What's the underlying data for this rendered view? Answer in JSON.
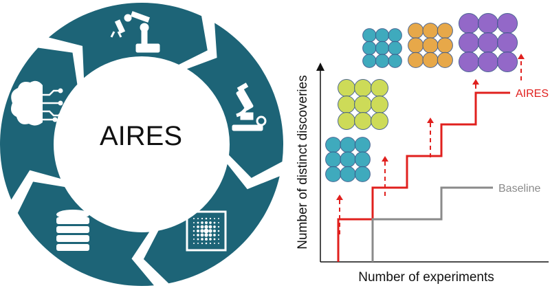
{
  "cycle": {
    "center_label": "AIRES",
    "ring_color": "#1d6477",
    "segments": [
      {
        "name": "robot-arm",
        "icon": "robot-arm-icon"
      },
      {
        "name": "microscope",
        "icon": "microscope-icon"
      },
      {
        "name": "diffraction-pattern",
        "icon": "diffraction-pattern-icon"
      },
      {
        "name": "database",
        "icon": "database-icon"
      },
      {
        "name": "ai-brain",
        "icon": "brain-circuit-icon"
      }
    ]
  },
  "chart_data": {
    "type": "line",
    "xlabel": "Number of experiments",
    "ylabel": "Number of distinct discoveries",
    "series": [
      {
        "name": "AIRES",
        "color": "#e0201e",
        "x": [
          0,
          0,
          1,
          1,
          2,
          2,
          3,
          3,
          4,
          4,
          5
        ],
        "y": [
          0,
          1,
          1,
          2,
          2,
          3,
          3,
          4,
          4,
          5,
          5
        ]
      },
      {
        "name": "Baseline",
        "color": "#8a8a8a",
        "x": [
          1,
          1,
          3,
          3,
          4.5
        ],
        "y": [
          0,
          1,
          1,
          2,
          2
        ]
      }
    ],
    "discovery_markers": 5,
    "structure_colors": [
      "#2fa3b8",
      "#c9d84a",
      "#e6a13a",
      "#8a5cc4"
    ]
  }
}
